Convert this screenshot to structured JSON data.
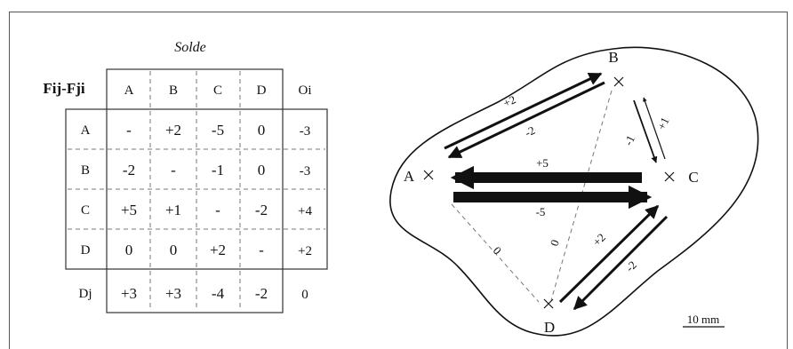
{
  "table": {
    "title": "Solde",
    "corner_label": "Fij-Fji",
    "col_headers": [
      "A",
      "B",
      "C",
      "D",
      "Oi"
    ],
    "row_headers": [
      "A",
      "B",
      "C",
      "D"
    ],
    "rows": [
      [
        "-",
        "+2",
        "-5",
        "0",
        "-3"
      ],
      [
        "-2",
        "-",
        "-1",
        "0",
        "-3"
      ],
      [
        "+5",
        "+1",
        "-",
        "-2",
        "+4"
      ],
      [
        "0",
        "0",
        "+2",
        "-",
        "+2"
      ]
    ],
    "footer_label": "Dj",
    "footer": [
      "+3",
      "+3",
      "-4",
      "-2",
      "0"
    ]
  },
  "diagram": {
    "nodes": [
      {
        "id": "A",
        "label": "A"
      },
      {
        "id": "B",
        "label": "B"
      },
      {
        "id": "C",
        "label": "C"
      },
      {
        "id": "D",
        "label": "D"
      }
    ],
    "edge_labels": {
      "ab_top": "+2",
      "ab_bottom": "-2",
      "bc_left": "-1",
      "bc_right": "+1",
      "ac_top": "+5",
      "ac_bottom": "-5",
      "cd_top": "+2",
      "cd_bottom": "-2",
      "ad": "0",
      "bd": "0"
    },
    "scale_label": "10 mm"
  },
  "colors": {
    "line": "#111111",
    "border": "#555555",
    "dashed": "#777777"
  }
}
